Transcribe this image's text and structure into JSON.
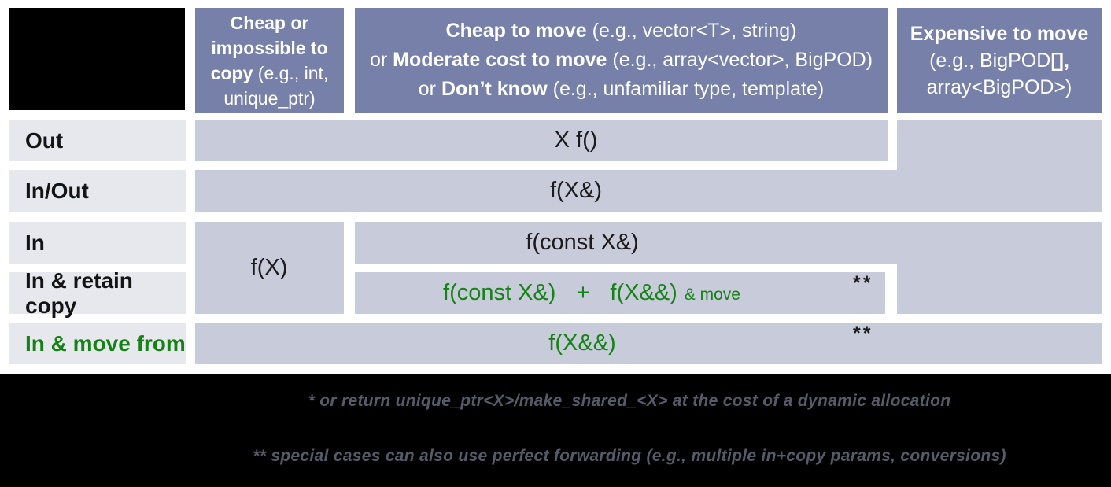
{
  "headers": {
    "col1": {
      "bold": "Cheap or impossible to copy",
      "normal": " (e.g., int, unique_ptr)"
    },
    "col2": {
      "l1b": "Cheap to move",
      "l1n": " (e.g., vector<T>, string)",
      "l2p": "or ",
      "l2b": "Moderate cost to move",
      "l2n": " (e.g., array<vector>, BigPOD)",
      "l3p": "or ",
      "l3b": "Don’t know",
      "l3n": " (e.g., unfamiliar type, template)"
    },
    "col3": {
      "l1b": "Expensive to move",
      "l2n": "(e.g., BigPOD",
      "l2b": "[],",
      "l3n": "array<BigPOD>)"
    }
  },
  "row_labels": {
    "out": "Out",
    "inout": "In/Out",
    "in": "In",
    "in_retain": "In & retain copy",
    "in_move": "In & move from"
  },
  "cells": {
    "out": "X f()",
    "inout": "f(X&)",
    "in_cheap_copy": "f(X)",
    "in": "f(const X&)",
    "retain_part1": "f(const X&)",
    "retain_plus": "+",
    "retain_part2": "f(X&&)",
    "retain_suffix": "& move",
    "retain_marker": "**",
    "move": "f(X&&)",
    "move_marker": "**"
  },
  "footnotes": {
    "first": "* or return unique_ptr<X>/make_shared_<X> at the cost of a dynamic allocation",
    "second": "** special cases can also use perfect forwarding (e.g., multiple in+copy params, conversions)"
  },
  "colors": {
    "header_bg": "#7680a9",
    "cell_bg": "#c8cbd9",
    "row_label_bg": "#e6e8ee",
    "green_text": "#148214",
    "footnote_text": "#565b6a",
    "footer_bg": "#000000"
  }
}
